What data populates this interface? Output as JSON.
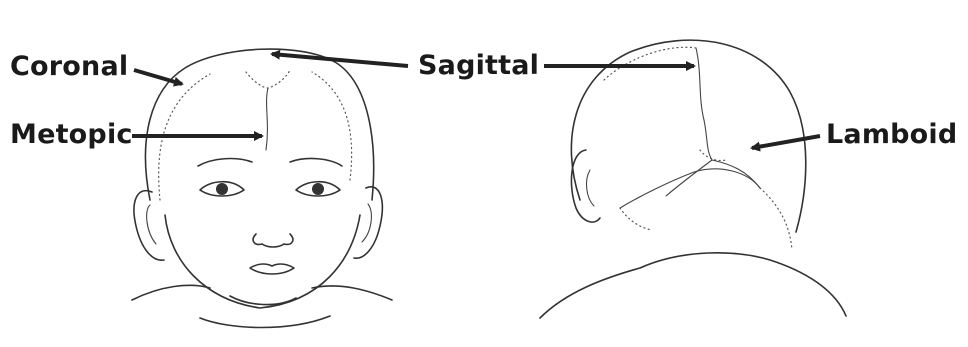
{
  "labels": {
    "coronal": "Coronal",
    "metopic": "Metopic",
    "sagittal": "Sagittal",
    "lamboid": "Lamboid"
  },
  "colors": {
    "background": "#ffffff",
    "ink": "#333333",
    "label_text": "#1a1a1a",
    "arrow": "#222222"
  },
  "icons": {
    "front_view": "infant-head-front-illustration",
    "back_view": "infant-head-back-illustration"
  }
}
